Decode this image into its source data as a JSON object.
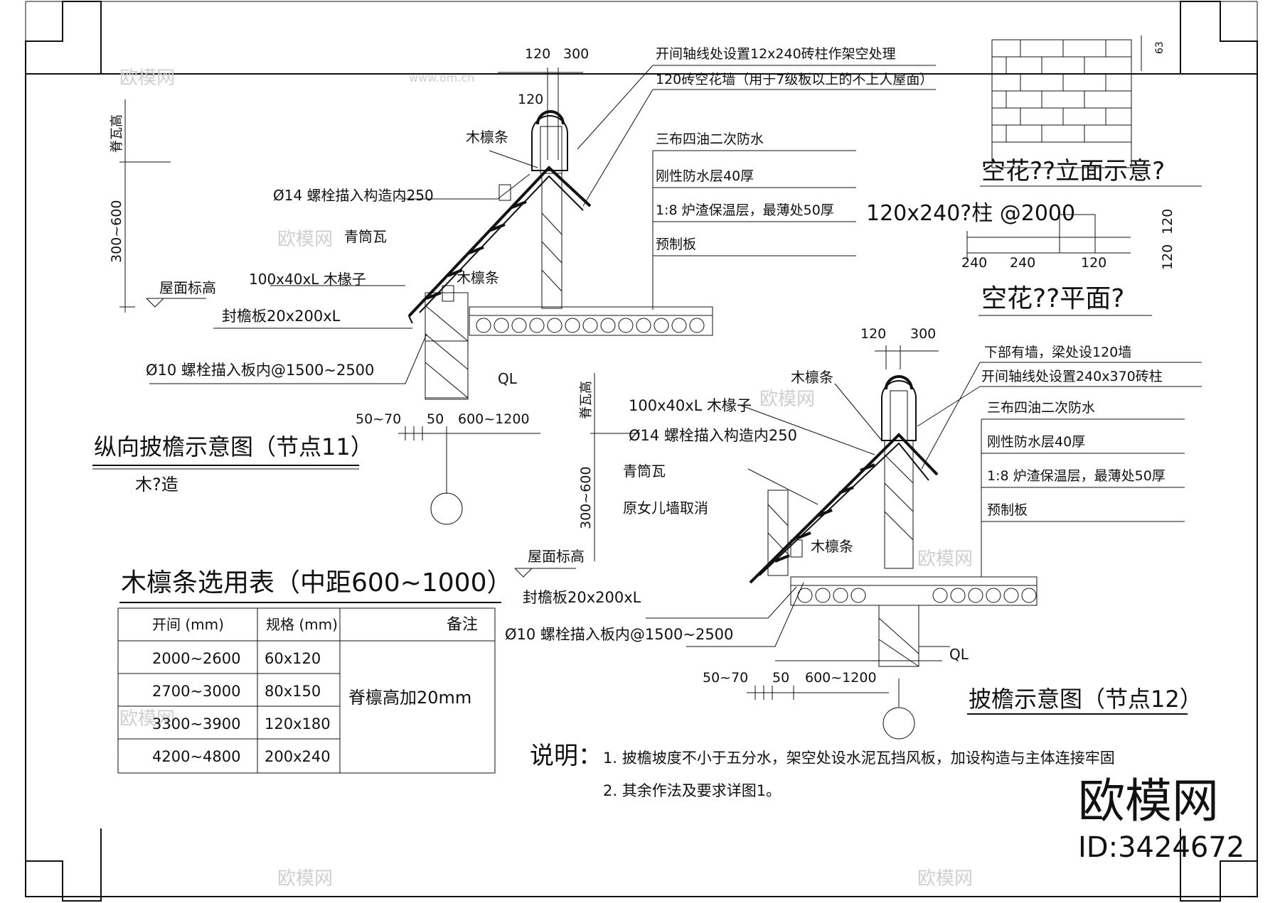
{
  "drawing": {
    "detail11": {
      "title": "纵向披檐示意图（节点11）",
      "subtitle": "木?造",
      "top_dims": [
        "120",
        "300"
      ],
      "dim_120_small": "120",
      "dim_ridge": "脊瓦高",
      "dim_rise": "300~600",
      "bottom_dims": [
        "50~70",
        "50",
        "600~1200"
      ],
      "labels": {
        "purlin_top": "木檩条",
        "bolt14": "Ø14 螺栓描入构造内250",
        "tile": "青筒瓦",
        "rafter": "100x40xL 木椽子",
        "purlin_low": "木檩条",
        "roof_level": "屋面标高",
        "eaves_board": "封檐板20x200xL",
        "bolt10": "Ø10 螺栓描入板内@1500~2500",
        "ql": "QL"
      },
      "notes": [
        "开间轴线处设置12x240砖柱作架空处理",
        "120砖空花墙（用于7级板以上的不上人屋面）",
        "三布四油二次防水",
        "刚性防水层40厚",
        "1:8 炉渣保温层，最薄处50厚",
        "预制板"
      ]
    },
    "elevation": {
      "title": "空花??立面示意?",
      "dim": "63"
    },
    "plan": {
      "title": "空花??平面?",
      "note": "120x240?柱 @2000",
      "dims_bottom": [
        "240",
        "240",
        "120"
      ],
      "dims_right": [
        "120",
        "120"
      ]
    },
    "detail12": {
      "title": "披檐示意图（节点12）",
      "top_dims": [
        "120",
        "300"
      ],
      "dim_ridge": "脊瓦高",
      "dim_rise": "300~600",
      "bottom_dims": [
        "50~70",
        "50",
        "600~1200"
      ],
      "labels": {
        "purlin_top": "木檩条",
        "rafter": "100x40xL 木椽子",
        "bolt14": "Ø14 螺栓描入构造内250",
        "tile": "青筒瓦",
        "parapet": "原女儿墙取消",
        "purlin_low": "木檩条",
        "roof_level": "屋面标高",
        "eaves_board": "封檐板20x200xL",
        "bolt10": "Ø10 螺栓描入板内@1500~2500",
        "ql": "QL"
      },
      "notes": [
        "下部有墙，梁处设120墙",
        "开间轴线处设置240x370砖柱",
        "三布四油二次防水",
        "刚性防水层40厚",
        "1:8 炉渣保温层，最薄处50厚",
        "预制板"
      ]
    },
    "table": {
      "title": "木檩条选用表（中距600~1000）",
      "headers": [
        "开间 (mm)",
        "规格 (mm)",
        "备注"
      ],
      "rows": [
        [
          "2000~2600",
          "60x120"
        ],
        [
          "2700~3000",
          "80x150"
        ],
        [
          "3300~3900",
          "120x180"
        ],
        [
          "4200~4800",
          "200x240"
        ]
      ],
      "remark": "脊檩高加20mm"
    },
    "notes": {
      "label": "说明：",
      "items": [
        "1. 披檐坡度不小于五分水，架空处设水泥瓦挡风板，加设构造与主体连接牢固",
        "2. 其余作法及要求详图1。"
      ]
    },
    "brand": {
      "logo": "欧模网",
      "id": "ID:3424672",
      "watermark": "欧模网",
      "watermark_url": "www.om.cn"
    }
  }
}
